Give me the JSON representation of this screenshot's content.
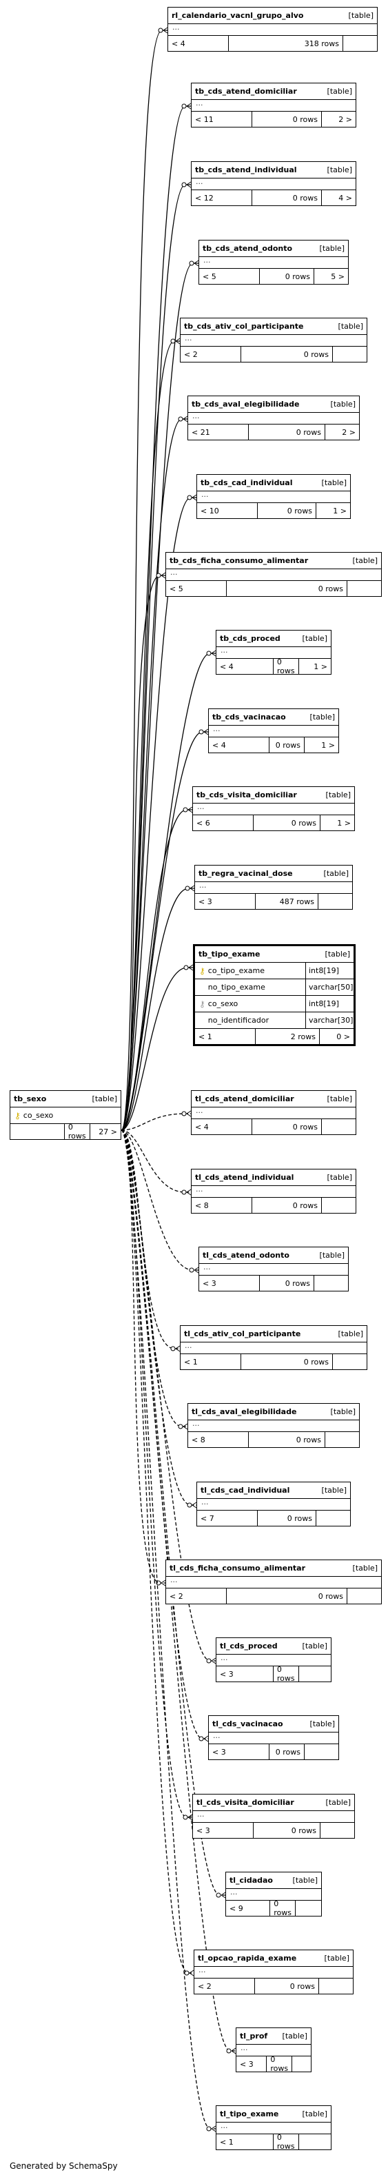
{
  "diagram": {
    "center_table": {
      "name": "tb_sexo",
      "kind": "[table]",
      "columns": [
        {
          "name": "co_sexo",
          "key": "pk"
        }
      ],
      "parents": "",
      "rows": "0 rows",
      "children": "27 >"
    },
    "child_tables": [
      {
        "name": "rl_calendario_vacnl_grupo_alvo",
        "kind": "[table]",
        "parents": "< 4",
        "rows": "318 rows",
        "children": ""
      },
      {
        "name": "tb_cds_atend_domiciliar",
        "kind": "[table]",
        "parents": "< 11",
        "rows": "0 rows",
        "children": "2 >"
      },
      {
        "name": "tb_cds_atend_individual",
        "kind": "[table]",
        "parents": "< 12",
        "rows": "0 rows",
        "children": "4 >"
      },
      {
        "name": "tb_cds_atend_odonto",
        "kind": "[table]",
        "parents": "< 5",
        "rows": "0 rows",
        "children": "5 >"
      },
      {
        "name": "tb_cds_ativ_col_participante",
        "kind": "[table]",
        "parents": "< 2",
        "rows": "0 rows",
        "children": ""
      },
      {
        "name": "tb_cds_aval_elegibilidade",
        "kind": "[table]",
        "parents": "< 21",
        "rows": "0 rows",
        "children": "2 >"
      },
      {
        "name": "tb_cds_cad_individual",
        "kind": "[table]",
        "parents": "< 10",
        "rows": "0 rows",
        "children": "1 >"
      },
      {
        "name": "tb_cds_ficha_consumo_alimentar",
        "kind": "[table]",
        "parents": "< 5",
        "rows": "0 rows",
        "children": ""
      },
      {
        "name": "tb_cds_proced",
        "kind": "[table]",
        "parents": "< 4",
        "rows": "0 rows",
        "children": "1 >"
      },
      {
        "name": "tb_cds_vacinacao",
        "kind": "[table]",
        "parents": "< 4",
        "rows": "0 rows",
        "children": "1 >"
      },
      {
        "name": "tb_cds_visita_domiciliar",
        "kind": "[table]",
        "parents": "< 6",
        "rows": "0 rows",
        "children": "1 >"
      },
      {
        "name": "tb_regra_vacinal_dose",
        "kind": "[table]",
        "parents": "< 3",
        "rows": "487 rows",
        "children": ""
      },
      {
        "name": "tb_tipo_exame",
        "kind": "[table]",
        "highlight": true,
        "columns": [
          {
            "name": "co_tipo_exame",
            "type": "int8[19]",
            "key": "pk"
          },
          {
            "name": "no_tipo_exame",
            "type": "varchar[50]",
            "key": ""
          },
          {
            "name": "co_sexo",
            "type": "int8[19]",
            "key": "fk"
          },
          {
            "name": "no_identificador",
            "type": "varchar[30]",
            "key": ""
          }
        ],
        "parents": "< 1",
        "rows": "2 rows",
        "children": "0 >"
      },
      {
        "name": "tl_cds_atend_domiciliar",
        "kind": "[table]",
        "parents": "< 4",
        "rows": "0 rows",
        "children": ""
      },
      {
        "name": "tl_cds_atend_individual",
        "kind": "[table]",
        "parents": "< 8",
        "rows": "0 rows",
        "children": ""
      },
      {
        "name": "tl_cds_atend_odonto",
        "kind": "[table]",
        "parents": "< 3",
        "rows": "0 rows",
        "children": ""
      },
      {
        "name": "tl_cds_ativ_col_participante",
        "kind": "[table]",
        "parents": "< 1",
        "rows": "0 rows",
        "children": ""
      },
      {
        "name": "tl_cds_aval_elegibilidade",
        "kind": "[table]",
        "parents": "< 8",
        "rows": "0 rows",
        "children": ""
      },
      {
        "name": "tl_cds_cad_individual",
        "kind": "[table]",
        "parents": "< 7",
        "rows": "0 rows",
        "children": ""
      },
      {
        "name": "tl_cds_ficha_consumo_alimentar",
        "kind": "[table]",
        "parents": "< 2",
        "rows": "0 rows",
        "children": ""
      },
      {
        "name": "tl_cds_proced",
        "kind": "[table]",
        "parents": "< 3",
        "rows": "0 rows",
        "children": ""
      },
      {
        "name": "tl_cds_vacinacao",
        "kind": "[table]",
        "parents": "< 3",
        "rows": "0 rows",
        "children": ""
      },
      {
        "name": "tl_cds_visita_domiciliar",
        "kind": "[table]",
        "parents": "< 3",
        "rows": "0 rows",
        "children": ""
      },
      {
        "name": "tl_cidadao",
        "kind": "[table]",
        "parents": "< 9",
        "rows": "0 rows",
        "children": ""
      },
      {
        "name": "tl_opcao_rapida_exame",
        "kind": "[table]",
        "parents": "< 2",
        "rows": "0 rows",
        "children": ""
      },
      {
        "name": "tl_prof",
        "kind": "[table]",
        "parents": "< 3",
        "rows": "0 rows",
        "children": ""
      },
      {
        "name": "tl_tipo_exame",
        "kind": "[table]",
        "parents": "< 1",
        "rows": "0 rows",
        "children": ""
      }
    ],
    "ellipsis": "...",
    "footer": "Generated by SchemaSpy"
  }
}
